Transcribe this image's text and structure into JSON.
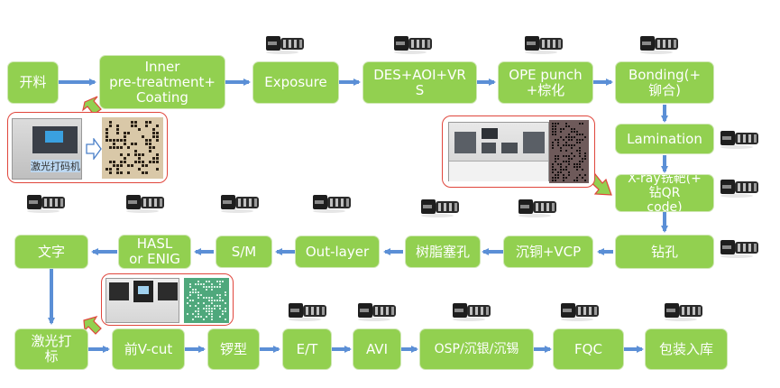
{
  "title": "PCB production process flow with camera inspection points",
  "colors": {
    "box_fill": "#92d050",
    "arrow": "#5b8fd6",
    "callout_border": "#e0463c",
    "callout_arrow_fill": "#92d050"
  },
  "row1": [
    {
      "id": "cutting",
      "label": "开料"
    },
    {
      "id": "inner-pretreatment",
      "label": "Inner\npre-treatment+\nCoating"
    },
    {
      "id": "exposure",
      "label": "Exposure"
    },
    {
      "id": "des-aoi-vrs",
      "label": "DES+AOI+VR\nS"
    },
    {
      "id": "ope-punch",
      "label": "OPE punch\n+棕化"
    },
    {
      "id": "bonding",
      "label": "Bonding(+\n铆合)"
    }
  ],
  "column_right": [
    {
      "id": "lamination",
      "label": "Lamination"
    },
    {
      "id": "xray",
      "label": "X-ray铣靶(+\n钻QR\ncode)"
    }
  ],
  "row2": [
    {
      "id": "drilling",
      "label": "钻孔"
    },
    {
      "id": "pth-vcp",
      "label": "沉铜+VCP"
    },
    {
      "id": "resin-plug",
      "label": "树脂塞孔"
    },
    {
      "id": "out-layer",
      "label": "Out-layer"
    },
    {
      "id": "solder-mask",
      "label": "S/M"
    },
    {
      "id": "hasl-enig",
      "label": "HASL\nor ENIG"
    },
    {
      "id": "legend-print",
      "label": "文字"
    }
  ],
  "row3": [
    {
      "id": "laser-mark",
      "label": "激光打\n标"
    },
    {
      "id": "v-cut",
      "label": "前V-cut"
    },
    {
      "id": "routing",
      "label": "锣型"
    },
    {
      "id": "et",
      "label": "E/T"
    },
    {
      "id": "avi",
      "label": "AVI"
    },
    {
      "id": "surface-finish",
      "label": "OSP/沉银/沉锡"
    },
    {
      "id": "fqc",
      "label": "FQC"
    },
    {
      "id": "packing",
      "label": "包装入库"
    }
  ],
  "callouts": {
    "laser_marker": {
      "machine_label": "激光打码机",
      "icon": "hollow-right-arrow-icon"
    },
    "xray_machine": {
      "icon": "xray-drilling-machine"
    },
    "laser_mark_machine": {
      "icon": "qr-code-laser-machine"
    }
  },
  "camera_icon": "industrial-camera-icon"
}
